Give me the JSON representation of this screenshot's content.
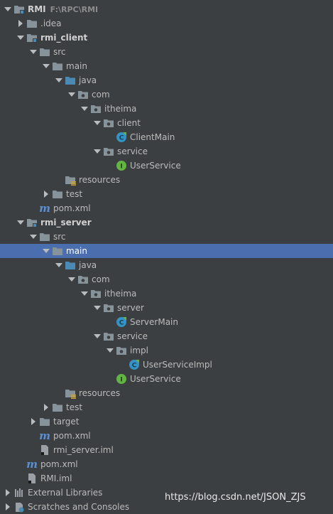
{
  "project_tree": [
    {
      "depth": 0,
      "expanded": true,
      "icon": "module-folder-icon",
      "label": "RMI",
      "path": "F:\\RPC\\RMI",
      "bold": true
    },
    {
      "depth": 1,
      "expanded": false,
      "icon": "folder-icon",
      "label": ".idea"
    },
    {
      "depth": 1,
      "expanded": true,
      "icon": "module-folder-icon",
      "label": "rmi_client",
      "bold": true
    },
    {
      "depth": 2,
      "expanded": true,
      "icon": "source-folder-icon",
      "label": "src"
    },
    {
      "depth": 3,
      "expanded": true,
      "icon": "folder-icon",
      "label": "main"
    },
    {
      "depth": 4,
      "expanded": true,
      "icon": "source-root-icon",
      "label": "java"
    },
    {
      "depth": 5,
      "expanded": true,
      "icon": "package-icon",
      "label": "com"
    },
    {
      "depth": 6,
      "expanded": true,
      "icon": "package-icon",
      "label": "itheima"
    },
    {
      "depth": 7,
      "expanded": true,
      "icon": "package-icon",
      "label": "client"
    },
    {
      "depth": 8,
      "icon": "java-class-icon",
      "label": "ClientMain"
    },
    {
      "depth": 7,
      "expanded": true,
      "icon": "package-icon",
      "label": "service"
    },
    {
      "depth": 8,
      "icon": "java-interface-icon",
      "label": "UserService"
    },
    {
      "depth": 4,
      "icon": "resources-folder-icon",
      "label": "resources"
    },
    {
      "depth": 3,
      "expanded": false,
      "icon": "folder-icon",
      "label": "test"
    },
    {
      "depth": 2,
      "icon": "maven-file-icon",
      "label": "pom.xml"
    },
    {
      "depth": 1,
      "expanded": true,
      "icon": "module-folder-icon",
      "label": "rmi_server",
      "bold": true
    },
    {
      "depth": 2,
      "expanded": true,
      "icon": "source-folder-icon",
      "label": "src"
    },
    {
      "depth": 3,
      "expanded": true,
      "icon": "folder-icon",
      "label": "main",
      "selected": true
    },
    {
      "depth": 4,
      "expanded": true,
      "icon": "source-root-icon",
      "label": "java"
    },
    {
      "depth": 5,
      "expanded": true,
      "icon": "package-icon",
      "label": "com"
    },
    {
      "depth": 6,
      "expanded": true,
      "icon": "package-icon",
      "label": "itheima"
    },
    {
      "depth": 7,
      "expanded": true,
      "icon": "package-icon",
      "label": "server"
    },
    {
      "depth": 8,
      "icon": "java-class-icon",
      "label": "ServerMain"
    },
    {
      "depth": 7,
      "expanded": true,
      "icon": "package-icon",
      "label": "service"
    },
    {
      "depth": 8,
      "expanded": true,
      "icon": "package-icon",
      "label": "impl"
    },
    {
      "depth": 9,
      "icon": "java-class-icon",
      "label": "UserServiceImpl"
    },
    {
      "depth": 8,
      "icon": "java-interface-icon",
      "label": "UserService"
    },
    {
      "depth": 4,
      "icon": "resources-folder-icon",
      "label": "resources"
    },
    {
      "depth": 3,
      "expanded": false,
      "icon": "folder-icon",
      "label": "test"
    },
    {
      "depth": 2,
      "expanded": false,
      "icon": "excluded-folder-icon",
      "label": "target"
    },
    {
      "depth": 2,
      "icon": "maven-file-icon",
      "label": "pom.xml"
    },
    {
      "depth": 2,
      "icon": "iml-file-icon",
      "label": "rmi_server.iml"
    },
    {
      "depth": 1,
      "icon": "maven-file-icon",
      "label": "pom.xml"
    },
    {
      "depth": 1,
      "icon": "iml-file-icon",
      "label": "RMI.iml"
    },
    {
      "depth": 0,
      "expanded": false,
      "icon": "libraries-icon",
      "label": "External Libraries"
    },
    {
      "depth": 0,
      "expanded": false,
      "icon": "scratches-icon",
      "label": "Scratches and Consoles"
    }
  ],
  "watermark": "https://blog.csdn.net/JSON_ZJS",
  "colors": {
    "background": "#3c3f41",
    "selection": "#4b6eaf",
    "text": "#bbbbbb",
    "folder": "#87939a",
    "source_root": "#4a8ab4",
    "class_icon": "#3592c4",
    "interface_icon": "#62b543",
    "maven": "#5a8fd4",
    "resources": "#c9a53f",
    "excluded": "#c08a52"
  }
}
